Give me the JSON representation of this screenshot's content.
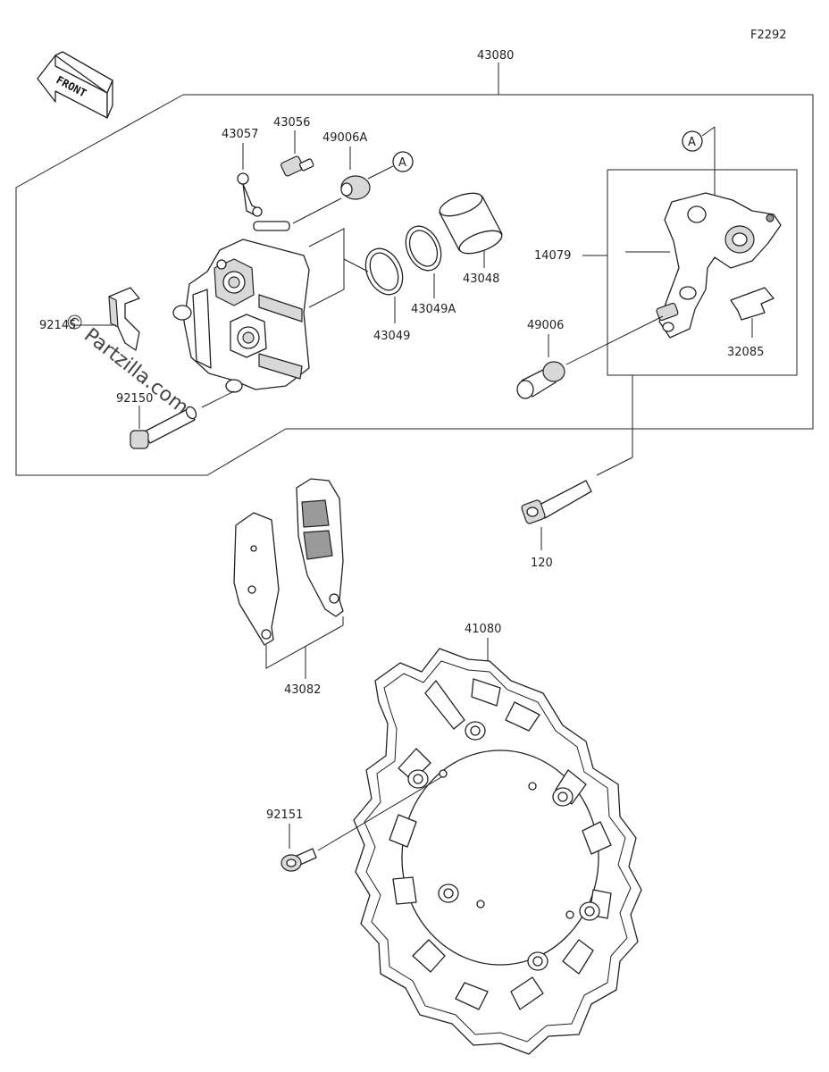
{
  "diagram": {
    "code": "F2292",
    "front_label": "FRONT",
    "watermark": "© Partzilla.com",
    "ref_a": "A",
    "parts": {
      "caliper_assembly": "43080",
      "bleeder_cap": "43057",
      "bleeder_valve": "43056",
      "boot_a": "49006A",
      "piston": "43048",
      "seal_a": "43049A",
      "seal": "43049",
      "pad_spring": "92145",
      "pin": "92150",
      "bracket": "14079",
      "boot": "49006",
      "pad_spring_b": "32085",
      "bolt": "120",
      "pad_set": "43082",
      "disc": "41080",
      "disc_bolt": "92151"
    }
  }
}
